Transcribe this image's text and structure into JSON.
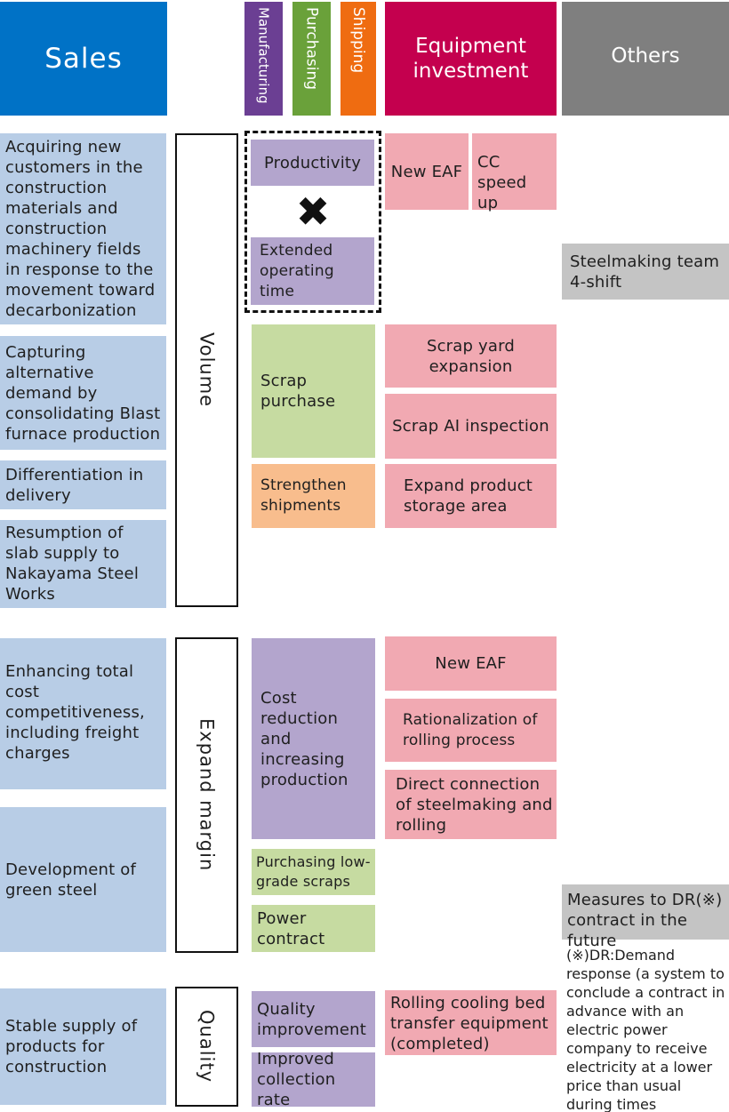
{
  "headers": {
    "sales": "Sales",
    "manufacturing": "Manufacturing",
    "purchasing": "Purchasing",
    "shipping": "Shipping",
    "equipment": "Equipment investment",
    "others": "Others"
  },
  "colors": {
    "sales": "#0072c6",
    "manufacturing": "#6b3f93",
    "purchasing": "#6aa13a",
    "shipping": "#ef6c11",
    "equipment": "#c4004e",
    "others": "#7f7f7f"
  },
  "categories": {
    "volume": "Volume",
    "margin": "Expand margin",
    "quality": "Quality"
  },
  "sales_items": {
    "s1": "Acquiring new customers in the construction materials and construction machinery fields in response to the movement toward decarbonization",
    "s2": "Capturing alternative demand by consolidating Blast furnace production",
    "s3": "Differentiation in delivery",
    "s4": "Resumption of slab supply to Nakayama Steel Works",
    "s5": "Enhancing total cost competitiveness, including freight charges",
    "s6": "Development of green steel",
    "s7": "Stable supply of products for construction"
  },
  "ops_items": {
    "productivity": "Productivity",
    "times_mark": "✖",
    "extended": "Extended operating time",
    "scrap_purchase": "Scrap purchase",
    "strengthen": "Strengthen shipments",
    "cost": "Cost reduction and increasing production",
    "lowgrade": "Purchasing low-grade scraps",
    "power": "Power contract",
    "quality_imp": "Quality improvement",
    "collection": "Improved collection rate"
  },
  "equip_items": {
    "new_eaf_1": "New EAF",
    "cc_speed": "CC speed up",
    "scrap_yard": "Scrap yard expansion",
    "scrap_ai": "Scrap AI inspection",
    "storage": "Expand product storage area",
    "new_eaf_2": "New EAF",
    "rolling_rat": "Rationalization of rolling process",
    "direct_conn": "Direct connection of steelmaking and rolling",
    "cooling_bed": "Rolling cooling bed transfer equipment (completed)"
  },
  "others_items": {
    "shift": "Steelmaking team 4-shift",
    "dr_measures": "Measures to DR(※) contract in the future",
    "dr_note": "(※)DR:Demand response (a system to conclude a contract in advance with an electric power company to receive electricity at a lower price than usual during times"
  }
}
